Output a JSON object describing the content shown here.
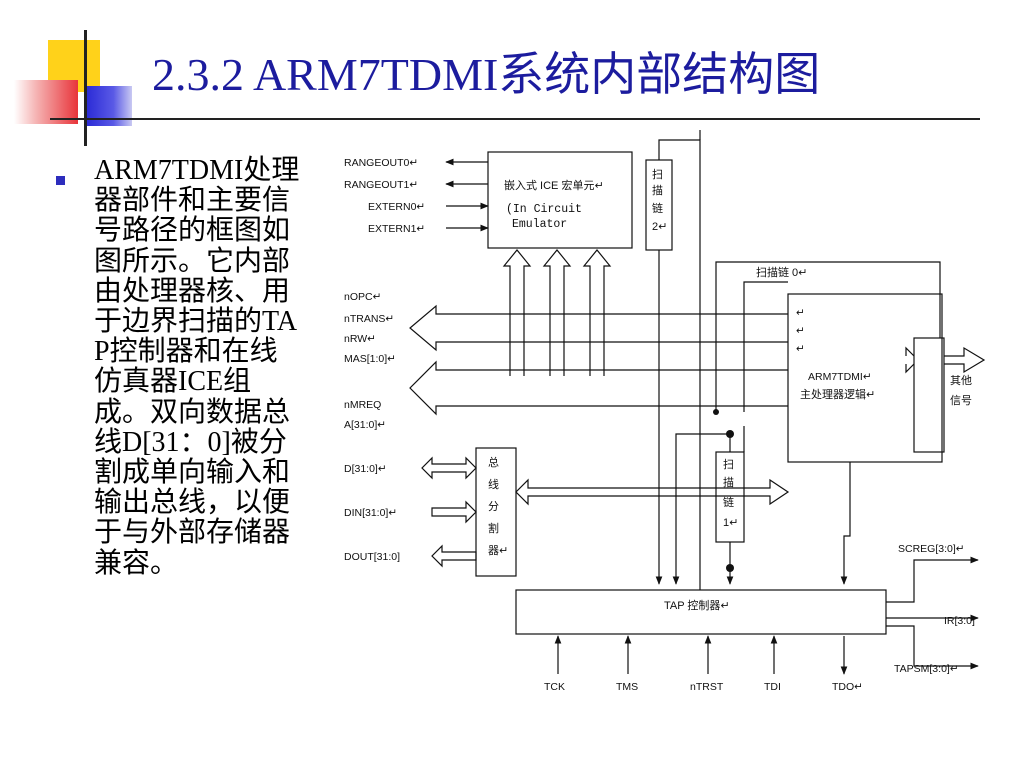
{
  "slide": {
    "title": "2.3.2 ARM7TDMI系统内部结构图",
    "bullet_text": "ARM7TDMI处理器部件和主要信号路径的框图如图所示。它内部由处理器核、用于边界扫描的TAP控制器和在线仿真器ICE组成。双向数据总线D[31：0]被分割成单向输入和输出总线，以便于与外部存储器兼容。"
  },
  "diagram": {
    "ice_unit": {
      "line1": "嵌入式 ICE 宏单元↵",
      "line2": "(In Circuit",
      "line3": "Emulator"
    },
    "scan_chain_2": [
      "扫",
      "描",
      "链",
      "2↵"
    ],
    "scan_chain_0": "扫描链 0↵",
    "scan_chain_1": [
      "扫",
      "描",
      "链",
      "1↵"
    ],
    "core": {
      "line1": "ARM7TDMI↵",
      "line2": "主处理器逻辑↵",
      "marks": [
        "↵",
        "↵",
        "↵"
      ]
    },
    "other_signals": {
      "line1": "其他",
      "line2": "信号"
    },
    "bus_splitter": [
      "总",
      "线",
      "分",
      "割",
      "器↵"
    ],
    "tap": "TAP 控制器↵",
    "left_signals_top": [
      "RANGEOUT0↵",
      "RANGEOUT1↵",
      "EXTERN0↵",
      "EXTERN1↵"
    ],
    "left_signals_mid": [
      "nOPC↵",
      "nTRANS↵",
      "nRW↵",
      "MAS[1:0]↵",
      "nMREQ",
      "A[31:0]↵"
    ],
    "data_signals": [
      "D[31:0]↵",
      "DIN[31:0]↵",
      "DOUT[31:0]"
    ],
    "tap_outputs": [
      "SCREG[3:0]↵",
      "IR[3:0]",
      "TAPSM[3:0]↵"
    ],
    "tap_inputs": [
      "TCK",
      "TMS",
      "nTRST",
      "TDI",
      "TDO↵"
    ]
  }
}
